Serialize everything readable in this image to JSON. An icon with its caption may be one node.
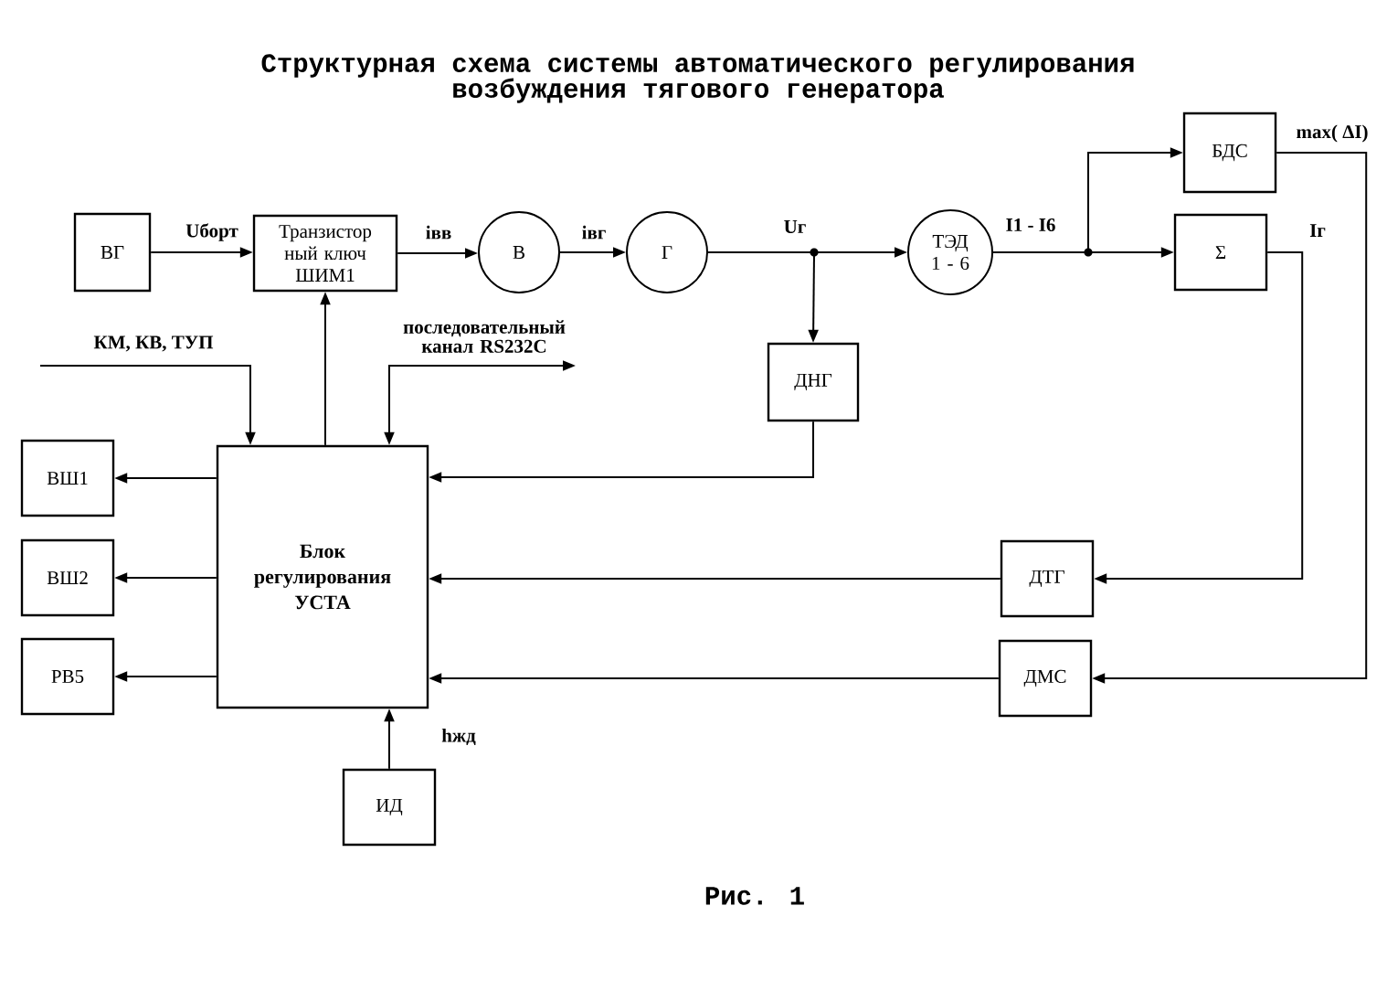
{
  "diagram": {
    "title": "Структурная схема системы автоматического регулирования возбуждения тягового генератора",
    "caption": "Рис. 1",
    "nodes": [
      {
        "text": [
          "ВГ"
        ]
      },
      {
        "text": [
          "Транзистор ный ключ ШИМ1"
        ]
      },
      {
        "text": [
          "В"
        ]
      },
      {
        "text": [
          "Г"
        ]
      },
      {
        "text": [
          "ТЭД 1 - 6"
        ]
      },
      {
        "text": [
          "БДС"
        ]
      },
      {
        "text": [
          "Σ"
        ]
      },
      {
        "text": [
          "ДНГ"
        ]
      },
      {
        "text": [
          "ВШ1"
        ]
      },
      {
        "text": [
          "Блок регулирования УСТА"
        ]
      },
      {
        "text": [
          "ДТГ"
        ]
      },
      {
        "text": [
          "ВШ2"
        ]
      },
      {
        "text": [
          "РВ5"
        ]
      },
      {
        "text": [
          "ДМС"
        ]
      },
      {
        "text": [
          "ИД"
        ]
      }
    ],
    "edges": [
      {
        "from": 0,
        "to": 1,
        "arrow": "to",
        "label": "Uборт"
      },
      {
        "from": 1,
        "to": 2,
        "arrow": "to",
        "label": "iвв"
      },
      {
        "from": 2,
        "to": 3,
        "arrow": "to",
        "label": "iвг"
      },
      {
        "from": 3,
        "to": 4,
        "arrow": "to",
        "label": "Uг"
      },
      {
        "from": 3,
        "to": 7,
        "arrow": "to"
      },
      {
        "from": 4,
        "to": 6,
        "arrow": "to",
        "label": "I1 - I6"
      },
      {
        "from": 4,
        "to": 5,
        "arrow": "to"
      },
      {
        "from": 9,
        "to": 1,
        "arrow": "to"
      },
      {
        "from": null,
        "to": 9,
        "arrow": "to",
        "label": "КМ, КВ, ТУП"
      },
      {
        "from": null,
        "to": 9,
        "arrow": "both",
        "label": "последовательный канал RS232C"
      },
      {
        "from": 9,
        "to": 8,
        "arrow": "to"
      },
      {
        "from": 9,
        "to": 11,
        "arrow": "to"
      },
      {
        "from": 9,
        "to": 12,
        "arrow": "to"
      },
      {
        "from": 7,
        "to": 9,
        "arrow": "to"
      },
      {
        "from": 6,
        "to": 10,
        "arrow": "to",
        "label": "Iг"
      },
      {
        "from": 10,
        "to": 9,
        "arrow": "to"
      },
      {
        "from": 5,
        "to": 13,
        "arrow": "to",
        "label": "max( ΔI)"
      },
      {
        "from": 13,
        "to": 9,
        "arrow": "to"
      },
      {
        "from": 14,
        "to": 9,
        "arrow": "to",
        "label": "hжд"
      }
    ]
  }
}
